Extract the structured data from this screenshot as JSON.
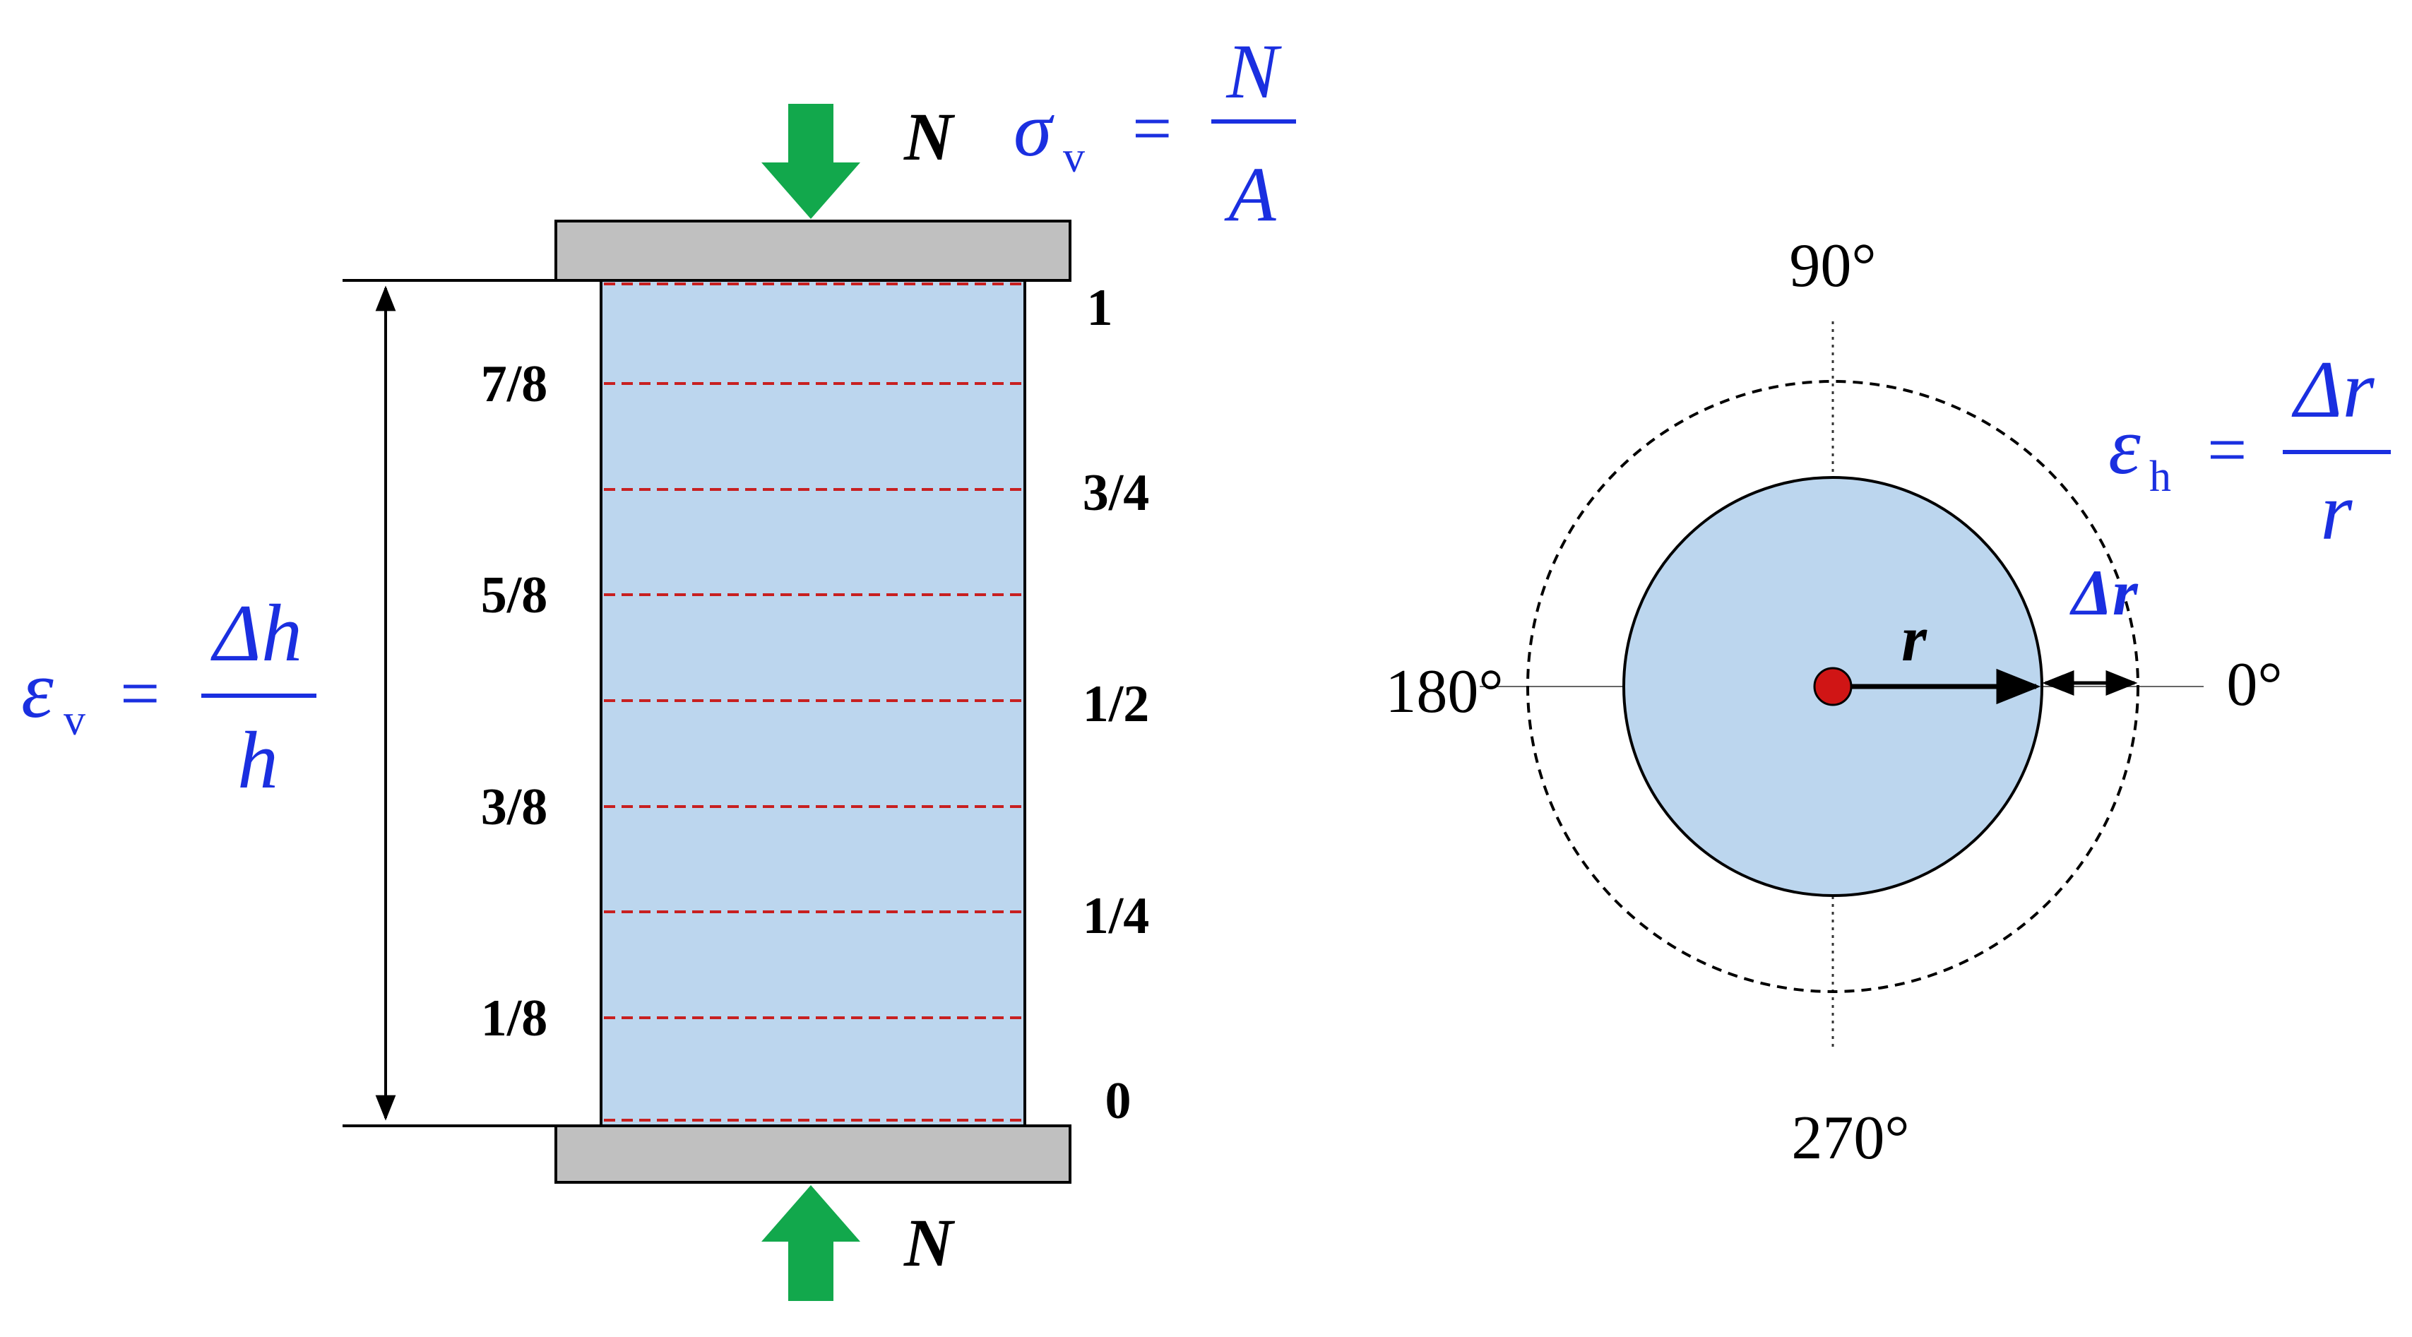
{
  "colors": {
    "specimen_fill": "#bcd6ee",
    "platen_fill": "#c0c0c0",
    "gauge_line": "#c82020",
    "arrow_green": "#12a84c",
    "formula_blue": "#1a2fe0",
    "center_dot": "#d01515"
  },
  "load": {
    "top_label": "N",
    "bottom_label": "N"
  },
  "gauge_levels_left": [
    "7/8",
    "5/8",
    "3/8",
    "1/8"
  ],
  "gauge_levels_right": [
    "1",
    "3/4",
    "1/2",
    "1/4",
    "0"
  ],
  "formulas": {
    "sigma_v": {
      "lhs": "σ",
      "sub": "v",
      "eq": "=",
      "num": "N",
      "den": "A"
    },
    "eps_v": {
      "lhs": "ε",
      "sub": "v",
      "eq": "=",
      "num": "Δh",
      "den": "h"
    },
    "eps_h": {
      "lhs": "ε",
      "sub": "h",
      "eq": "=",
      "num": "Δr",
      "den": "r"
    }
  },
  "circle": {
    "angles": {
      "a90": "90°",
      "a180": "180°",
      "a0": "0°",
      "a270": "270°"
    },
    "radius_label": "r",
    "delta_label": "Δr"
  }
}
